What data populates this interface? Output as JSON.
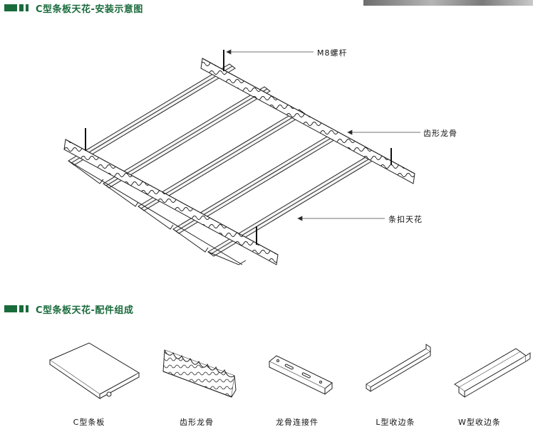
{
  "install_section": {
    "title": "C型条板天花-安装示意图"
  },
  "callouts": {
    "screw_rod": "M8螺杆",
    "toothed_keel": "齿形龙骨",
    "clip_ceiling": "条扣天花"
  },
  "parts_section": {
    "title": "C型条板天花-配件组成"
  },
  "parts": [
    {
      "label": "C型条板"
    },
    {
      "label": "齿形龙骨"
    },
    {
      "label": "龙骨连接件"
    },
    {
      "label": "L型收边条"
    },
    {
      "label": "W型收边条"
    }
  ],
  "colors": {
    "accent": "#1a6b3c"
  }
}
